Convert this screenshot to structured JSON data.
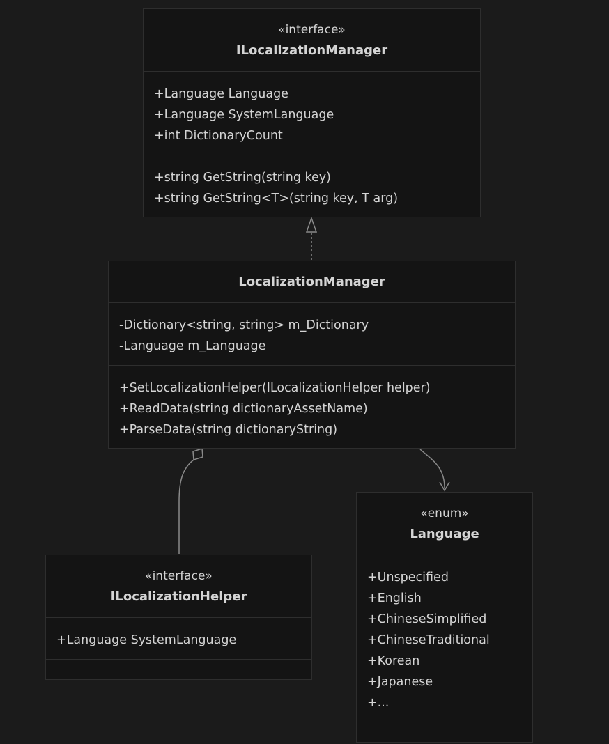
{
  "classes": {
    "ilocalization_manager": {
      "stereotype": "«interface»",
      "name": "ILocalizationManager",
      "attributes": [
        "+Language Language",
        "+Language SystemLanguage",
        "+int DictionaryCount"
      ],
      "methods": [
        "+string GetString(string key)",
        "+string GetString<T>(string key, T arg)"
      ]
    },
    "localization_manager": {
      "name": "LocalizationManager",
      "attributes": [
        "-Dictionary<string, string> m_Dictionary",
        "-Language m_Language"
      ],
      "methods": [
        "+SetLocalizationHelper(ILocalizationHelper helper)",
        "+ReadData(string dictionaryAssetName)",
        "+ParseData(string dictionaryString)"
      ]
    },
    "ilocalization_helper": {
      "stereotype": "«interface»",
      "name": "ILocalizationHelper",
      "attributes": [
        "+Language SystemLanguage"
      ],
      "methods": []
    },
    "language": {
      "stereotype": "«enum»",
      "name": "Language",
      "attributes": [
        "+Unspecified",
        "+English",
        "+ChineseSimplified",
        "+ChineseTraditional",
        "+Korean",
        "+Japanese",
        "+..."
      ],
      "methods": []
    }
  },
  "relations": [
    {
      "from": "LocalizationManager",
      "to": "ILocalizationManager",
      "kind": "realization"
    },
    {
      "from": "LocalizationManager",
      "to": "ILocalizationHelper",
      "kind": "aggregation"
    },
    {
      "from": "LocalizationManager",
      "to": "Language",
      "kind": "association"
    }
  ],
  "colors": {
    "background": "#1b1b1b",
    "box_fill": "#141414",
    "box_border": "#2e2e2e",
    "text": "#d4d4d4",
    "edge": "#8a8a8a"
  }
}
